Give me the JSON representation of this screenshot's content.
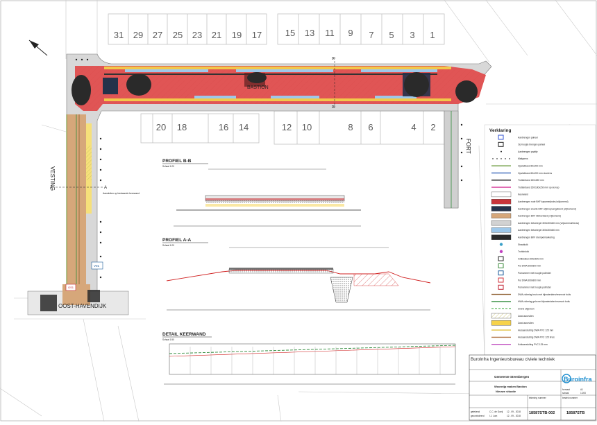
{
  "drawing": {
    "house_numbers_north": [
      "31",
      "29",
      "27",
      "25",
      "23",
      "21",
      "19",
      "17",
      "15",
      "13",
      "11",
      "9",
      "7",
      "5",
      "3",
      "1"
    ],
    "house_numbers_south": [
      "20",
      "18",
      "16",
      "14",
      "12",
      "10",
      "8",
      "6",
      "4",
      "2"
    ],
    "house_number_ne": "9",
    "streets": {
      "bastion": "BASTION",
      "vesting": "VESTING",
      "fort": "FORT",
      "oost_havendijk": "OOST-HAVENDIJK"
    },
    "section_markers": {
      "a_left": "A",
      "a_right": "A",
      "b_top": "B",
      "b_bottom": "B"
    },
    "tag_v01": "V01",
    "tag_gs1": "GS1",
    "note_vesting": "Aansluiten op bestaande keerwand"
  },
  "profiles": {
    "profile_b": {
      "title": "PROFIEL B-B",
      "scale": "Schaal 1:20"
    },
    "profile_a": {
      "title": "PROFIEL A-A",
      "scale": "Schaal 1:20"
    },
    "detail": {
      "title": "DETAIL KEERWAND",
      "scale": "Schaal 1:50"
    }
  },
  "legend": {
    "title": "Verklaring",
    "items": [
      {
        "label": "Aanbrengen paheel",
        "color": "#3050d0",
        "kind": "square"
      },
      {
        "label": "Op hoogte brengen paheel",
        "color": "#222222",
        "kind": "square"
      },
      {
        "label": "Aanbrengen paaltje",
        "color": "#222222",
        "kind": "dot"
      },
      {
        "label": "Maitgrens",
        "color": "#222222",
        "kind": "dots"
      },
      {
        "label": "Opsluitband 60x200 mm",
        "color": "#6a9a3a",
        "kind": "line"
      },
      {
        "label": "Opsluitband 60x200 mm doorlevs",
        "color": "#4a74c0",
        "kind": "line"
      },
      {
        "label": "Trottoirband 150x250 mm",
        "color": "#1a1a1a",
        "kind": "line"
      },
      {
        "label": "Trottoirband 150/180x250 mm op de kop",
        "color": "#d63b9a",
        "kind": "line"
      },
      {
        "label": "Keerwand",
        "color": "#ffffff",
        "kind": "box"
      },
      {
        "label": "Aanbrengen rode BKF kapamerijnde (vrijkomend)",
        "color": "#c8353a",
        "kind": "box"
      },
      {
        "label": "Aanbrengen zwarte BKF wijkinopvangstrand (vrijkomend)",
        "color": "#24324a",
        "kind": "box"
      },
      {
        "label": "Aanbrengen BKF klinkerband (vrijkomend)",
        "color": "#d6a77a",
        "kind": "box"
      },
      {
        "label": "Aanbrengen betontegel 300x300x80 mm (vrijkomend/nieuw)",
        "color": "#d2d2d2",
        "kind": "box"
      },
      {
        "label": "Aanbrengen betontegel 300x300x80 mm",
        "color": "#9ec8ea",
        "kind": "box"
      },
      {
        "label": "Aanbrengen BKF drempelmarkering",
        "color": "#2a2a2a",
        "kind": "hatch"
      },
      {
        "label": "Straatkolk",
        "color": "#3aa0c8",
        "kind": "circle"
      },
      {
        "label": "Trottoirkolk",
        "color": "#c040c0",
        "kind": "circle"
      },
      {
        "label": "Inritblokken 500x500 mm",
        "color": "#222222",
        "kind": "box-mark"
      },
      {
        "label": "Put DWA 800x800 mm",
        "color": "#3a8a3a",
        "kind": "square"
      },
      {
        "label": "Putnummer met hoogte pollnstel",
        "color": "#1a5a9a",
        "kind": "tag"
      },
      {
        "label": "Put DWA 800x800 mm",
        "color": "#d0303a",
        "kind": "square"
      },
      {
        "label": "Putnummer met hoogte pollnstel",
        "color": "#c02030",
        "kind": "tag"
      },
      {
        "label": "DWA-riolering bruin met bijmaterialen/reservoir bulis",
        "color": "#8a5a2a",
        "kind": "line"
      },
      {
        "label": "HWA-riolering gels met bijmaterialen/reservoir bulis",
        "color": "#2e8a3a",
        "kind": "line"
      },
      {
        "label": "Grond uitgraven",
        "color": "#66bb66",
        "kind": "dashline"
      },
      {
        "label": "Zand aanvullen",
        "color": "#e0e090",
        "kind": "hatchbox"
      },
      {
        "label": "Zand aanvullen",
        "color": "#f6d24a",
        "kind": "box"
      },
      {
        "label": "Huisaansluiting DWA PVC 125 mm",
        "color": "#e0c040",
        "kind": "line"
      },
      {
        "label": "Huisaansluiting DWA PVC 125 bruis",
        "color": "#b07040",
        "kind": "line"
      },
      {
        "label": "Kolkaansluiting PVC 125 mm",
        "color": "#c050c0",
        "kind": "line"
      }
    ]
  },
  "title_block": {
    "company": "BuroInfra Ingenieursbureau civiele techniek",
    "logo": "Buroinfra",
    "client": "Gemeente Steenbergen",
    "project": "Woonrijp maken Bastion",
    "subject": "Nieuwe situatie",
    "drawing_number": "18587STB-002",
    "code": "18587STB",
    "format": "A1",
    "scale": "1:200",
    "labels": {
      "tekening_nummer": "tekening nummer",
      "bestek_nummer": "bestek nummer",
      "formaat": "formaat",
      "schaal": "schaal"
    },
    "rows": [
      {
        "role": "getekend",
        "name": "C.C. de Goeij",
        "date": "12 - 09 - 2018"
      },
      {
        "role": "gecontroleerd",
        "name": "I.J. Lom",
        "date": "12 - 09 - 2018"
      }
    ]
  }
}
